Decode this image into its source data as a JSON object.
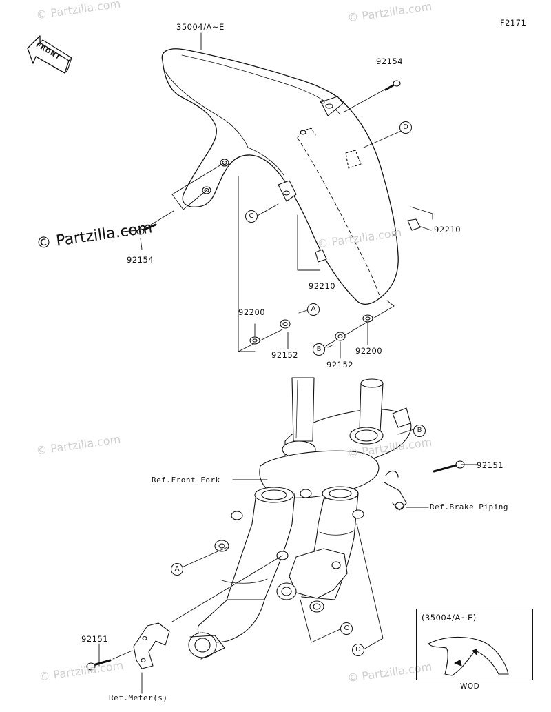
{
  "figure_code": "F2171",
  "front_badge": "FRONT",
  "watermark": "© Partzilla.com",
  "part_numbers": {
    "fender": "35004/A~E",
    "bolt_top": "92154",
    "bolt_left": "92154",
    "clip_right": "92210",
    "clip_center": "92210",
    "washer_left": "92200",
    "washer_right": "92200",
    "bushing_left": "92152",
    "bushing_right": "92152",
    "bolt_fork_right": "92151",
    "bolt_fork_left": "92151"
  },
  "references": {
    "front_fork": "Ref.Front Fork",
    "brake_piping": "Ref.Brake Piping",
    "meters": "Ref.Meter(s)"
  },
  "callouts": {
    "a_top": "A",
    "b_top": "B",
    "c_top": "C",
    "d_top": "D",
    "a_bottom": "A",
    "c_bottom": "C",
    "d_bottom": "D"
  },
  "inset": {
    "title": "(35004/A~E)",
    "caption": "WOD"
  }
}
